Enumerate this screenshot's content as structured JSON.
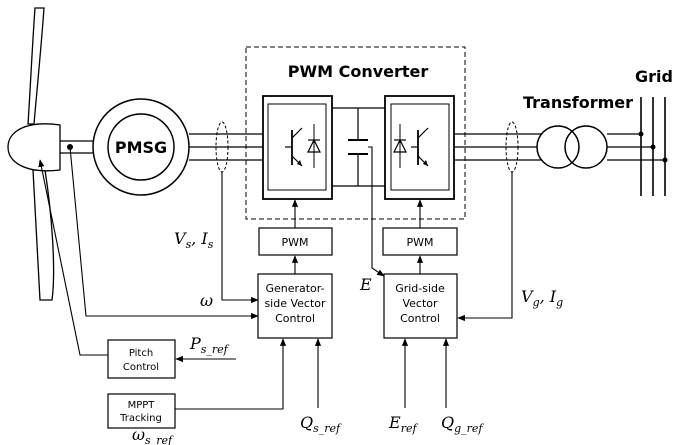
{
  "labels": {
    "pmsg": "PMSG",
    "pwm_converter": "PWM Converter",
    "transformer": "Transformer",
    "grid": "Grid",
    "pwm_gen": "PWM",
    "pwm_grid": "PWM",
    "gen_ctrl": [
      "Generator-",
      "side Vector",
      "Control"
    ],
    "grid_ctrl": [
      "Grid-side",
      "Vector",
      "Control"
    ],
    "pitch_ctrl": [
      "Pitch",
      "Control"
    ],
    "mppt": [
      "MPPT",
      "Tracking"
    ]
  },
  "signals": {
    "vs_is": {
      "v": "V",
      "v_sub": "s",
      "sep": ", ",
      "i": "I",
      "i_sub": "s"
    },
    "vg_ig": {
      "v": "V",
      "v_sub": "g",
      "sep": ", ",
      "i": "I",
      "i_sub": "g"
    },
    "omega": "ω",
    "e": "E",
    "ps_ref": {
      "base": "P",
      "sub": "s_ref"
    },
    "qs_ref": {
      "base": "Q",
      "sub": "s_ref"
    },
    "eref": {
      "base": "E",
      "sub": "ref"
    },
    "qg_ref": {
      "base": "Q",
      "sub": "g_ref"
    },
    "omega_ref": {
      "base": "ω",
      "sub": "s_ref"
    }
  }
}
